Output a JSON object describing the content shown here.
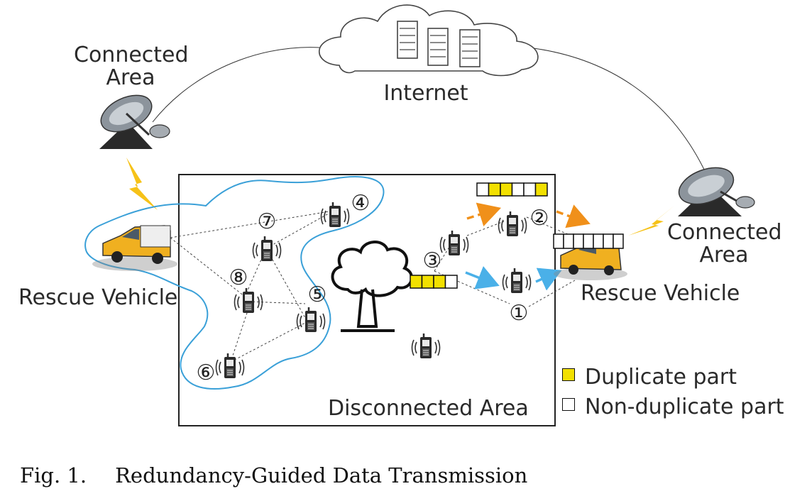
{
  "labels": {
    "connected_area_left": "Connected\nArea",
    "connected_area_right": "Connected\nArea",
    "internet": "Internet",
    "rescue_vehicle_left": "Rescue Vehicle",
    "rescue_vehicle_right": "Rescue Vehicle",
    "disconnected_area": "Disconnected Area"
  },
  "nodes": [
    "①",
    "②",
    "③",
    "④",
    "⑤",
    "⑥",
    "⑦",
    "⑧"
  ],
  "legend": {
    "duplicate": "Duplicate part",
    "non_duplicate": "Non-duplicate part"
  },
  "caption": {
    "number": "Fig. 1.",
    "text": "Redundancy-Guided Data Transmission"
  },
  "colors": {
    "duplicate": "#f2e000",
    "boundary": "#3aa0d8",
    "orange_arrow": "#f0901a",
    "blue_arrow": "#4ab0e8",
    "lightning": "#f6c218",
    "vehicle": "#f0b020"
  },
  "buffers": {
    "top_right": [
      "non",
      "dup",
      "dup",
      "non",
      "non",
      "dup"
    ],
    "middle": [
      "dup",
      "dup",
      "dup",
      "non"
    ],
    "vehicle": [
      "non",
      "non",
      "non",
      "non",
      "non",
      "non",
      "non"
    ]
  }
}
